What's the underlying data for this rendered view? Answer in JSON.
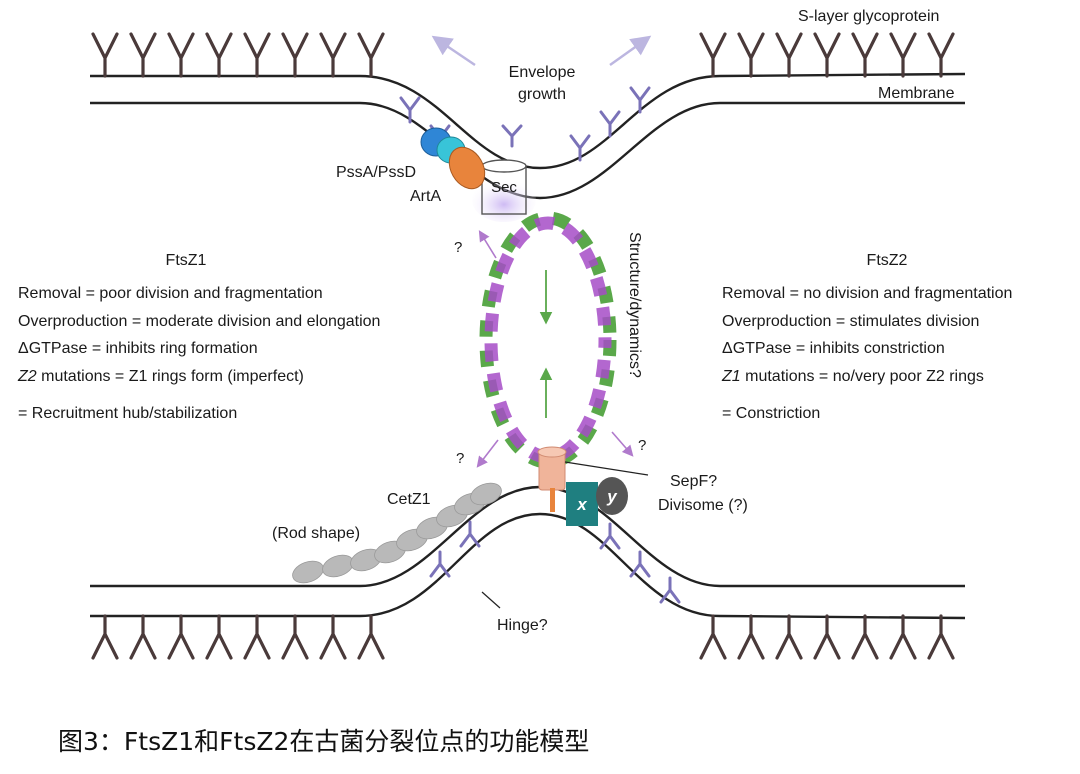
{
  "labels": {
    "s_layer": "S-layer glycoprotein",
    "membrane": "Membrane",
    "envelope_line1": "Envelope",
    "envelope_line2": "growth",
    "pssa_pssd": "PssA/PssD",
    "arta": "ArtA",
    "sec": "Sec",
    "structure_dynamics": "Structure/dynamics?",
    "question": "?",
    "sepf": "SepF?",
    "divisome": "Divisome (?)",
    "x": "x",
    "y": "y",
    "cetz1": "CetZ1",
    "rod_shape": "(Rod shape)",
    "hinge": "Hinge?"
  },
  "ftsz1": {
    "title": "FtsZ1",
    "removal": "Removal = poor division and fragmentation",
    "overproduction": "Overproduction = moderate division and elongation",
    "gtpase": "ΔGTPase = inhibits ring formation",
    "mutations_italic": "Z2",
    "mutations_rest": " mutations =  Z1 rings form (imperfect)",
    "role": "= Recruitment hub/stabilization"
  },
  "ftsz2": {
    "title": "FtsZ2",
    "removal": "Removal = no division and fragmentation",
    "overproduction": "Overproduction = stimulates division",
    "gtpase": "ΔGTPase = inhibits constriction",
    "mutations_italic": "Z1",
    "mutations_rest": " mutations = no/very poor Z2 rings",
    "role": "= Constriction"
  },
  "caption": "图3：FtsZ1和FtsZ2在古菌分裂位点的功能模型",
  "colors": {
    "ftsz1_purple": "#a64cc7",
    "ftsz2_green": "#5aa84a",
    "s_layer": "#4a3a3a",
    "glyco": "#7a72b8",
    "pssa": "#2f86d6",
    "pssd": "#38c4d8",
    "arta": "#e8843c",
    "sec": "#d8c8f0",
    "cetz1": "#b9b9b9",
    "x_protein": "#1f7f80",
    "y_protein": "#555555",
    "sepf": "#f0b49a"
  }
}
